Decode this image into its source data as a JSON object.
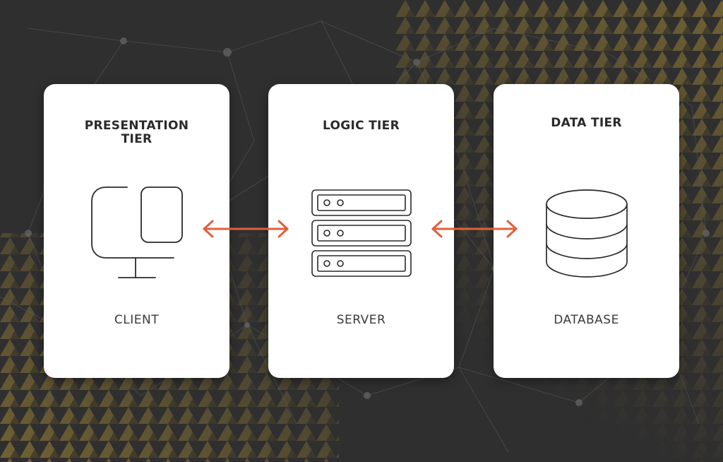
{
  "diagram": {
    "tiers": [
      {
        "title_line1": "PRESENTATION",
        "title_line2": "TIER",
        "label": "CLIENT",
        "icon": "monitor-icon"
      },
      {
        "title_line1": "LOGIC TIER",
        "title_line2": "",
        "label": "SERVER",
        "icon": "server-rack-icon"
      },
      {
        "title_line1": "DATA TIER",
        "title_line2": "",
        "label": "DATABASE",
        "icon": "database-icon"
      }
    ],
    "connectors": [
      {
        "from": "CLIENT",
        "to": "SERVER",
        "style": "bidirectional"
      },
      {
        "from": "SERVER",
        "to": "DATABASE",
        "style": "bidirectional"
      }
    ],
    "colors": {
      "background": "#2f2f30",
      "card": "#ffffff",
      "arrow": "#e2603a",
      "accent_pattern": "#b89a3c",
      "icon_stroke": "#2a2a2a"
    }
  }
}
